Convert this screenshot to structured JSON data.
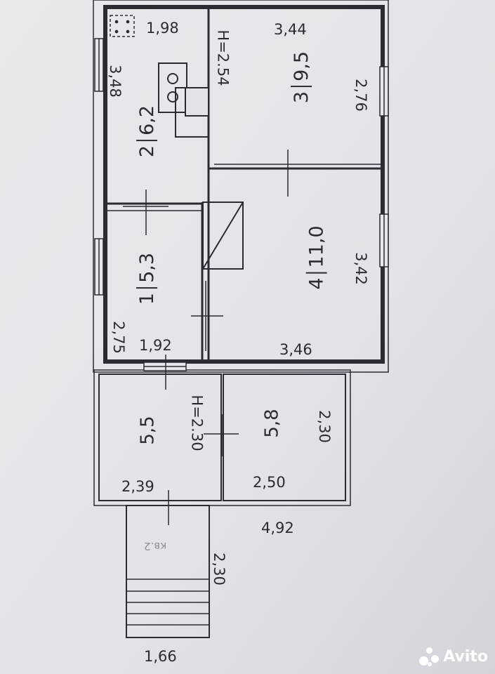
{
  "plan": {
    "rooms": [
      {
        "number": "1",
        "area": "5,3"
      },
      {
        "number": "2",
        "area": "6,2"
      },
      {
        "number": "3",
        "area": "9,5"
      },
      {
        "number": "4",
        "area": "11,0"
      },
      {
        "area": "5,5"
      },
      {
        "area": "5,8"
      }
    ],
    "dimensions": [
      "1,98",
      "3,44",
      "3,48",
      "2,76",
      "2,75",
      "1,92",
      "3,46",
      "3,42",
      "2,39",
      "2,50",
      "2,30",
      "2,30",
      "4,92",
      "1,66"
    ],
    "heights": [
      "H=2.54",
      "H=2.30"
    ],
    "annotations": {
      "porch": "кв.2"
    }
  },
  "watermark": {
    "text": "Avito"
  }
}
